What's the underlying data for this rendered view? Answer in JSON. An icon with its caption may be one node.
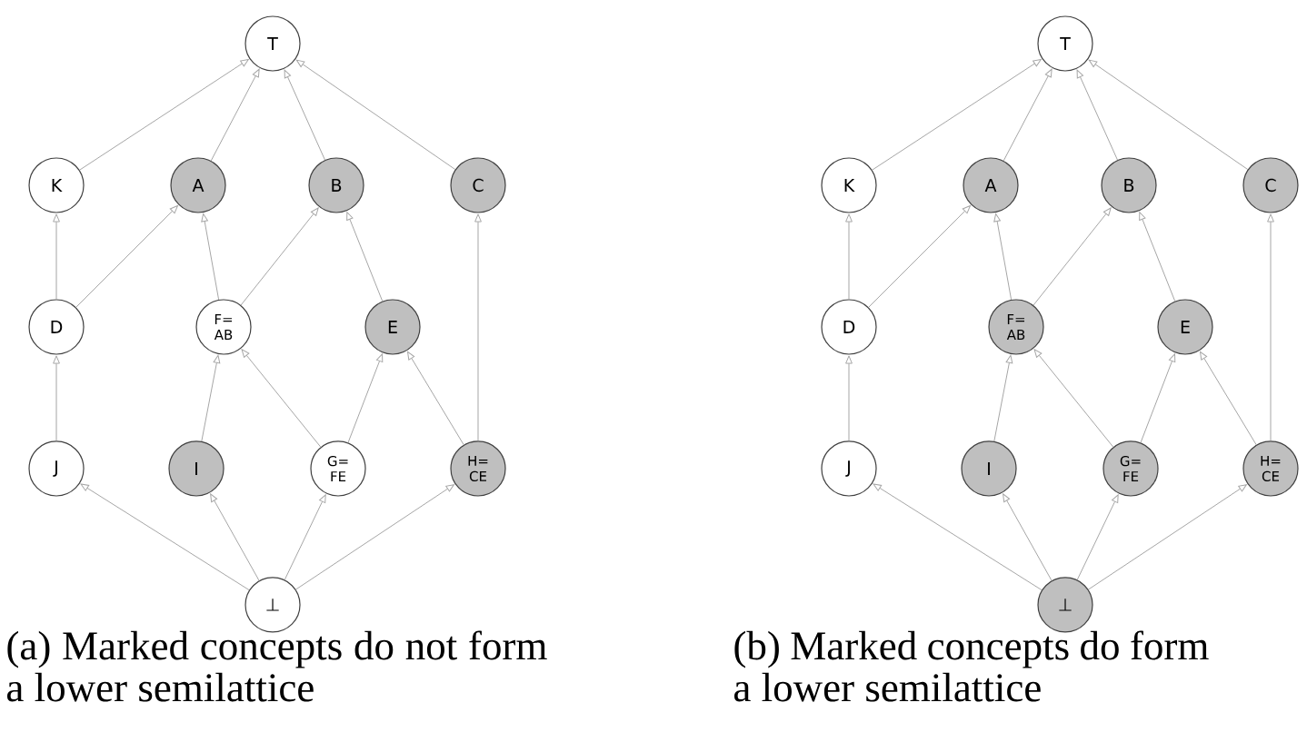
{
  "diagram": {
    "nodes": [
      {
        "text": [
          "T"
        ]
      },
      {
        "text": [
          "K"
        ]
      },
      {
        "text": [
          "A"
        ]
      },
      {
        "text": [
          "B"
        ]
      },
      {
        "text": [
          "C"
        ]
      },
      {
        "text": [
          "D"
        ]
      },
      {
        "text": [
          "F= AB"
        ]
      },
      {
        "text": [
          "E"
        ]
      },
      {
        "text": [
          "J"
        ]
      },
      {
        "text": [
          "I"
        ]
      },
      {
        "text": [
          "G= FE"
        ]
      },
      {
        "text": [
          "H= CE"
        ]
      },
      {
        "text": [
          "⊥"
        ]
      },
      {
        "text": [
          "T"
        ]
      },
      {
        "text": [
          "K"
        ]
      },
      {
        "text": [
          "A"
        ]
      },
      {
        "text": [
          "B"
        ]
      },
      {
        "text": [
          "C"
        ]
      },
      {
        "text": [
          "D"
        ]
      },
      {
        "text": [
          "F= AB"
        ]
      },
      {
        "text": [
          "E"
        ]
      },
      {
        "text": [
          "J"
        ]
      },
      {
        "text": [
          "I"
        ]
      },
      {
        "text": [
          "G= FE"
        ]
      },
      {
        "text": [
          "H= CE"
        ]
      },
      {
        "text": [
          "⊥"
        ]
      }
    ],
    "edges": [
      {
        "from": 1,
        "to": 0,
        "arrow": "to"
      },
      {
        "from": 2,
        "to": 0,
        "arrow": "to"
      },
      {
        "from": 3,
        "to": 0,
        "arrow": "to"
      },
      {
        "from": 4,
        "to": 0,
        "arrow": "to"
      },
      {
        "from": 5,
        "to": 1,
        "arrow": "to"
      },
      {
        "from": 5,
        "to": 2,
        "arrow": "to"
      },
      {
        "from": 6,
        "to": 2,
        "arrow": "to"
      },
      {
        "from": 6,
        "to": 3,
        "arrow": "to"
      },
      {
        "from": 7,
        "to": 3,
        "arrow": "to"
      },
      {
        "from": 11,
        "to": 4,
        "arrow": "to"
      },
      {
        "from": 8,
        "to": 5,
        "arrow": "to"
      },
      {
        "from": 9,
        "to": 6,
        "arrow": "to"
      },
      {
        "from": 10,
        "to": 6,
        "arrow": "to"
      },
      {
        "from": 10,
        "to": 7,
        "arrow": "to"
      },
      {
        "from": 11,
        "to": 7,
        "arrow": "to"
      },
      {
        "from": 12,
        "to": 8,
        "arrow": "to"
      },
      {
        "from": 12,
        "to": 9,
        "arrow": "to"
      },
      {
        "from": 12,
        "to": 10,
        "arrow": "to"
      },
      {
        "from": 12,
        "to": 11,
        "arrow": "to"
      },
      {
        "from": 14,
        "to": 13,
        "arrow": "to"
      },
      {
        "from": 15,
        "to": 13,
        "arrow": "to"
      },
      {
        "from": 16,
        "to": 13,
        "arrow": "to"
      },
      {
        "from": 17,
        "to": 13,
        "arrow": "to"
      },
      {
        "from": 18,
        "to": 14,
        "arrow": "to"
      },
      {
        "from": 18,
        "to": 15,
        "arrow": "to"
      },
      {
        "from": 19,
        "to": 15,
        "arrow": "to"
      },
      {
        "from": 19,
        "to": 16,
        "arrow": "to"
      },
      {
        "from": 20,
        "to": 16,
        "arrow": "to"
      },
      {
        "from": 24,
        "to": 17,
        "arrow": "to"
      },
      {
        "from": 21,
        "to": 18,
        "arrow": "to"
      },
      {
        "from": 22,
        "to": 19,
        "arrow": "to"
      },
      {
        "from": 23,
        "to": 19,
        "arrow": "to"
      },
      {
        "from": 23,
        "to": 20,
        "arrow": "to"
      },
      {
        "from": 24,
        "to": 20,
        "arrow": "to"
      },
      {
        "from": 25,
        "to": 21,
        "arrow": "to"
      },
      {
        "from": 25,
        "to": 22,
        "arrow": "to"
      },
      {
        "from": 25,
        "to": 23,
        "arrow": "to"
      },
      {
        "from": 25,
        "to": 24,
        "arrow": "to"
      }
    ],
    "labels": [
      "(a) Marked concepts do not form a lower semilattice",
      "(b) Marked concepts do form a lower semilattice"
    ]
  }
}
